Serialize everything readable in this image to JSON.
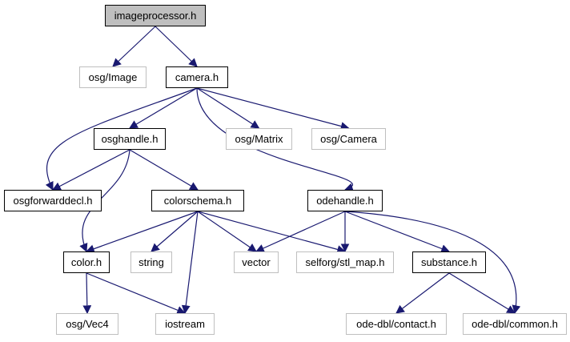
{
  "colors": {
    "edge": "#191970",
    "root_fill": "#bfbfbf",
    "ext_border": "#bfbfbf",
    "node_border": "#000000"
  },
  "nodes": {
    "imageprocessor_h": "imageprocessor.h",
    "osg_image": "osg/Image",
    "camera_h": "camera.h",
    "osghandle_h": "osghandle.h",
    "osg_matrix": "osg/Matrix",
    "osg_camera": "osg/Camera",
    "osgforwarddecl_h": "osgforwarddecl.h",
    "colorschema_h": "colorschema.h",
    "odehandle_h": "odehandle.h",
    "color_h": "color.h",
    "string": "string",
    "vector": "vector",
    "selforg_stl_map_h": "selforg/stl_map.h",
    "substance_h": "substance.h",
    "osg_vec4": "osg/Vec4",
    "iostream": "iostream",
    "ode_dbl_contact_h": "ode-dbl/contact.h",
    "ode_dbl_common_h": "ode-dbl/common.h"
  },
  "edges": [
    [
      "imageprocessor_h",
      "osg_image"
    ],
    [
      "imageprocessor_h",
      "camera_h"
    ],
    [
      "camera_h",
      "osgforwarddecl_h"
    ],
    [
      "camera_h",
      "osghandle_h"
    ],
    [
      "camera_h",
      "osg_matrix"
    ],
    [
      "camera_h",
      "osg_camera"
    ],
    [
      "camera_h",
      "odehandle_h"
    ],
    [
      "osghandle_h",
      "osgforwarddecl_h"
    ],
    [
      "osghandle_h",
      "color_h"
    ],
    [
      "osghandle_h",
      "colorschema_h"
    ],
    [
      "colorschema_h",
      "color_h"
    ],
    [
      "colorschema_h",
      "string"
    ],
    [
      "colorschema_h",
      "vector"
    ],
    [
      "colorschema_h",
      "selforg_stl_map_h"
    ],
    [
      "colorschema_h",
      "iostream"
    ],
    [
      "odehandle_h",
      "vector"
    ],
    [
      "odehandle_h",
      "selforg_stl_map_h"
    ],
    [
      "odehandle_h",
      "substance_h"
    ],
    [
      "odehandle_h",
      "ode_dbl_common_h"
    ],
    [
      "color_h",
      "osg_vec4"
    ],
    [
      "color_h",
      "iostream"
    ],
    [
      "substance_h",
      "ode_dbl_contact_h"
    ],
    [
      "substance_h",
      "ode_dbl_common_h"
    ]
  ]
}
